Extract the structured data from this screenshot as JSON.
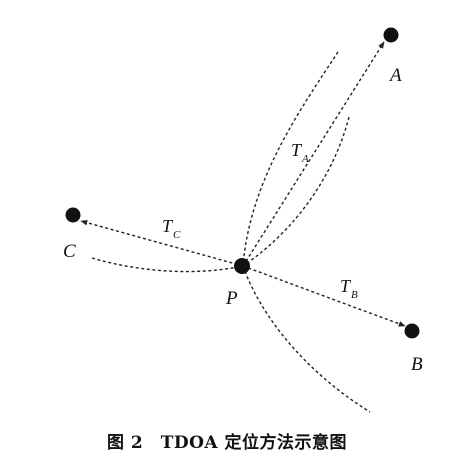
{
  "diagram": {
    "points": {
      "A": "A",
      "B": "B",
      "C": "C",
      "P": "P"
    },
    "edges": [
      {
        "main": "T",
        "sub": "A"
      },
      {
        "main": "T",
        "sub": "B"
      },
      {
        "main": "T",
        "sub": "C"
      }
    ]
  },
  "caption": "图 2　TDOA 定位方法示意图"
}
